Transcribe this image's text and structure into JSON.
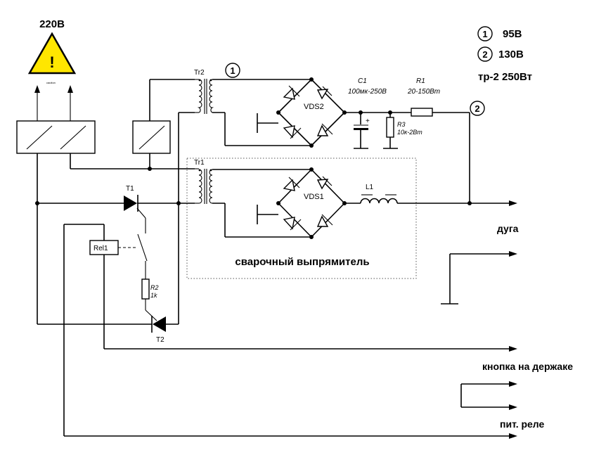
{
  "supply": {
    "voltage": "220В",
    "warning_glyph": "!",
    "small_caption": "caution"
  },
  "legend": {
    "items": [
      {
        "num": "1",
        "value": "95В"
      },
      {
        "num": "2",
        "value": "130В"
      }
    ],
    "transformer_note": "тр-2 250Вт"
  },
  "components": {
    "tr2": "Tr2",
    "tr1": "Tr1",
    "vds2": "VDS2",
    "vds1": "VDS1",
    "c1": "C1",
    "c1_value": "100мк-250В",
    "c1_polarity": "+",
    "r1": "R1",
    "r1_value": "20-150Вт",
    "r3": "R3",
    "r3_value": "10к-2Вт",
    "l1": "L1",
    "t1": "T1",
    "t2": "T2",
    "rel1": "Rel1",
    "r2": "R2",
    "r2_value": "1k"
  },
  "nodes": {
    "n1": "1",
    "n2": "2"
  },
  "rectifier_caption": "сварочный выпрямитель",
  "outputs": {
    "arc": "дуга",
    "holder_button": "кнопка на держаке",
    "relay_power": "пит. реле"
  }
}
